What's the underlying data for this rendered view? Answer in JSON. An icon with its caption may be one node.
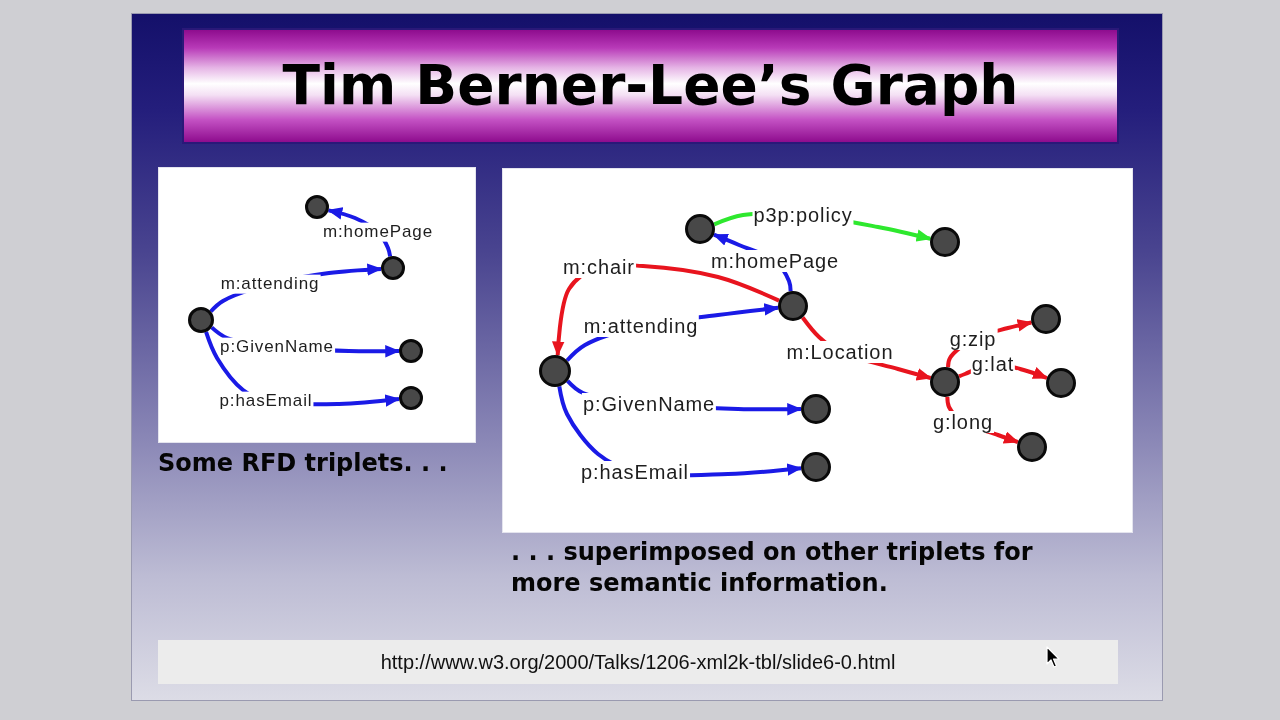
{
  "diagram": {
    "title": "Tim Berner-Lee’s Graph",
    "nodes": [
      {
        "text": [],
        "shape": "box",
        "beside": [
          "Some RFD triplets. . ."
        ]
      },
      {
        "text": [],
        "shape": "circle",
        "in": 0
      },
      {
        "text": [],
        "shape": "circle",
        "in": 0
      },
      {
        "text": [],
        "shape": "circle",
        "in": 0
      },
      {
        "text": [],
        "shape": "circle",
        "in": 0
      },
      {
        "text": [],
        "shape": "circle",
        "in": 0
      },
      {
        "text": [],
        "shape": "box",
        "beside": [
          ". . . superimposed on other triplets for more semantic information."
        ]
      },
      {
        "text": [],
        "shape": "circle",
        "in": 6
      },
      {
        "text": [],
        "shape": "circle",
        "in": 6
      },
      {
        "text": [],
        "shape": "circle",
        "in": 6
      },
      {
        "text": [],
        "shape": "circle",
        "in": 6
      },
      {
        "text": [],
        "shape": "circle",
        "in": 6
      },
      {
        "text": [],
        "shape": "circle",
        "in": 6
      },
      {
        "text": [],
        "shape": "circle",
        "in": 6
      },
      {
        "text": [],
        "shape": "circle",
        "in": 6
      },
      {
        "text": [],
        "shape": "circle",
        "in": 6
      },
      {
        "text": [],
        "shape": "circle",
        "in": 6
      },
      {
        "text": [
          "http://www.w3.org/2000/Talks/1206-xml2k-tbl/slide6-0.html"
        ]
      }
    ],
    "edges": [
      {
        "from": 3,
        "to": 2,
        "arrow": "to",
        "label": "m:attending"
      },
      {
        "from": 2,
        "to": 1,
        "arrow": "to",
        "label": "m:homePage"
      },
      {
        "from": 3,
        "to": 4,
        "arrow": "to",
        "label": "p:GivenName"
      },
      {
        "from": 3,
        "to": 5,
        "arrow": "to",
        "label": "p:hasEmail"
      },
      {
        "from": 11,
        "to": 9,
        "arrow": "to",
        "label": "m:attending"
      },
      {
        "from": 9,
        "to": 7,
        "arrow": "to",
        "label": "m:homePage"
      },
      {
        "from": 11,
        "to": 14,
        "arrow": "to",
        "label": "p:GivenName"
      },
      {
        "from": 11,
        "to": 16,
        "arrow": "to",
        "label": "p:hasEmail"
      },
      {
        "from": 9,
        "to": 11,
        "arrow": "to",
        "label": "m:chair",
        "color": "#e8141e"
      },
      {
        "from": 9,
        "to": 12,
        "arrow": "to",
        "label": "m:Location",
        "color": "#e8141e"
      },
      {
        "from": 7,
        "to": 8,
        "arrow": "to",
        "label": "p3p:policy",
        "color": "#2ee82e"
      },
      {
        "from": 12,
        "to": 10,
        "arrow": "to",
        "label": "g:zip",
        "color": "#e8141e"
      },
      {
        "from": 12,
        "to": 13,
        "arrow": "to",
        "label": "g:lat",
        "color": "#e8141e"
      },
      {
        "from": 12,
        "to": 15,
        "arrow": "to",
        "label": "g:long",
        "color": "#e8141e"
      }
    ]
  }
}
